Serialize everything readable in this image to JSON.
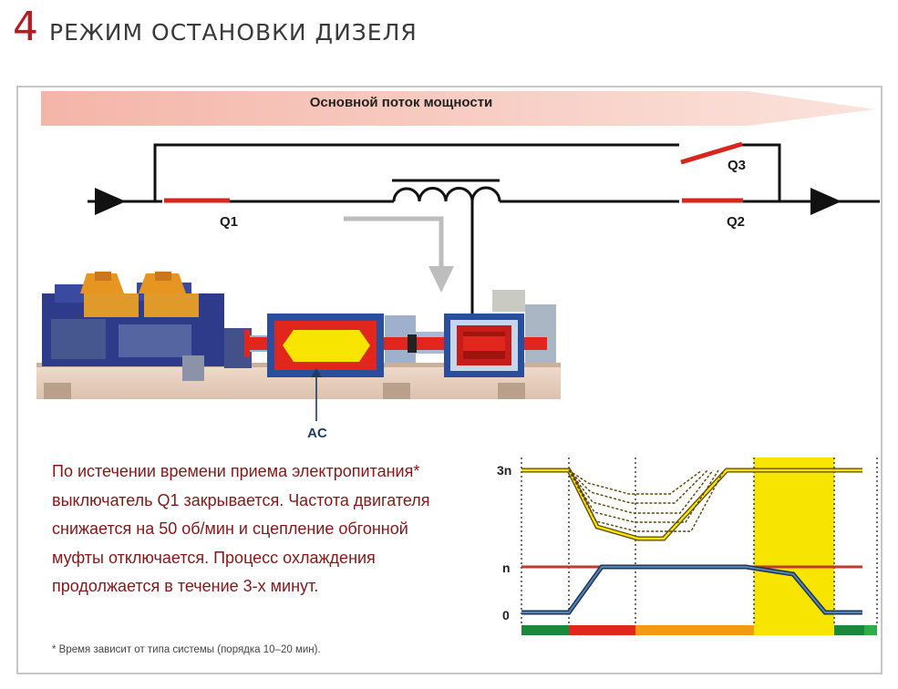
{
  "header": {
    "number": "4",
    "title": "РЕЖИМ ОСТАНОВКИ ДИЗЕЛЯ"
  },
  "diagram": {
    "power_flow_label": "Основной поток мощности",
    "q1_label": "Q1",
    "q2_label": "Q2",
    "q3_label": "Q3",
    "ac_label": "AC"
  },
  "description": "По истечении времени приема электропитания* выключатель Q1 закрывается. Частота двигателя снижается на 50 об/мин и сцепление обгонной муфты отключается. Процесс охлаждения продолжается в течение 3-х минут.",
  "footnote": "* Время зависит от типа системы (порядка 10–20 мин).",
  "timing_chart": {
    "y_labels": {
      "top": "3n",
      "mid": "n",
      "bottom": "0"
    },
    "colors": {
      "highlight": "#f7e400",
      "bar_green": "#1a8a3a",
      "bar_red": "#e0261d",
      "bar_orange": "#f29a12",
      "bar_yellow": "#f7e400",
      "line_red": "#c23a2f",
      "line_blue": "#2d5a8c"
    }
  }
}
